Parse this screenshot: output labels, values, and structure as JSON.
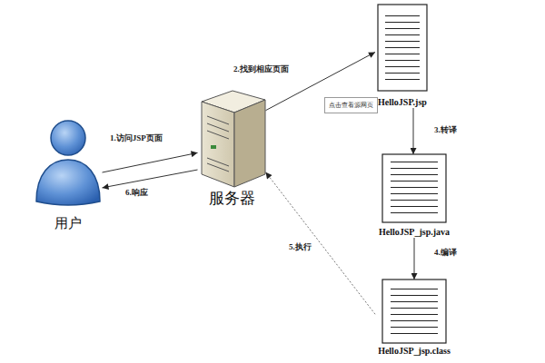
{
  "diagram": {
    "nodes": [
      {
        "text": [
          "用户"
        ]
      },
      {
        "text": [
          "服务器"
        ]
      },
      {
        "text": [
          "HelloJSP.jsp"
        ]
      },
      {
        "text": [
          "HelloJSP_jsp.java"
        ]
      },
      {
        "text": [
          "HelloJSP_jsp.class"
        ]
      }
    ],
    "edges": [
      {
        "from": 0,
        "to": 1,
        "label": "1.访问JSP页面",
        "arrow": "to"
      },
      {
        "from": 1,
        "to": 2,
        "label": "2.找到相应页面",
        "arrow": "to"
      },
      {
        "from": 2,
        "to": 3,
        "label": "3.转译",
        "arrow": "to"
      },
      {
        "from": 3,
        "to": 4,
        "label": "4.编译",
        "arrow": "to"
      },
      {
        "from": 4,
        "to": 1,
        "label": "5.执行",
        "arrow": "to"
      },
      {
        "from": 1,
        "to": 0,
        "label": "6.响应",
        "arrow": "to"
      }
    ],
    "labels": [
      "点击查看源网页"
    ]
  }
}
